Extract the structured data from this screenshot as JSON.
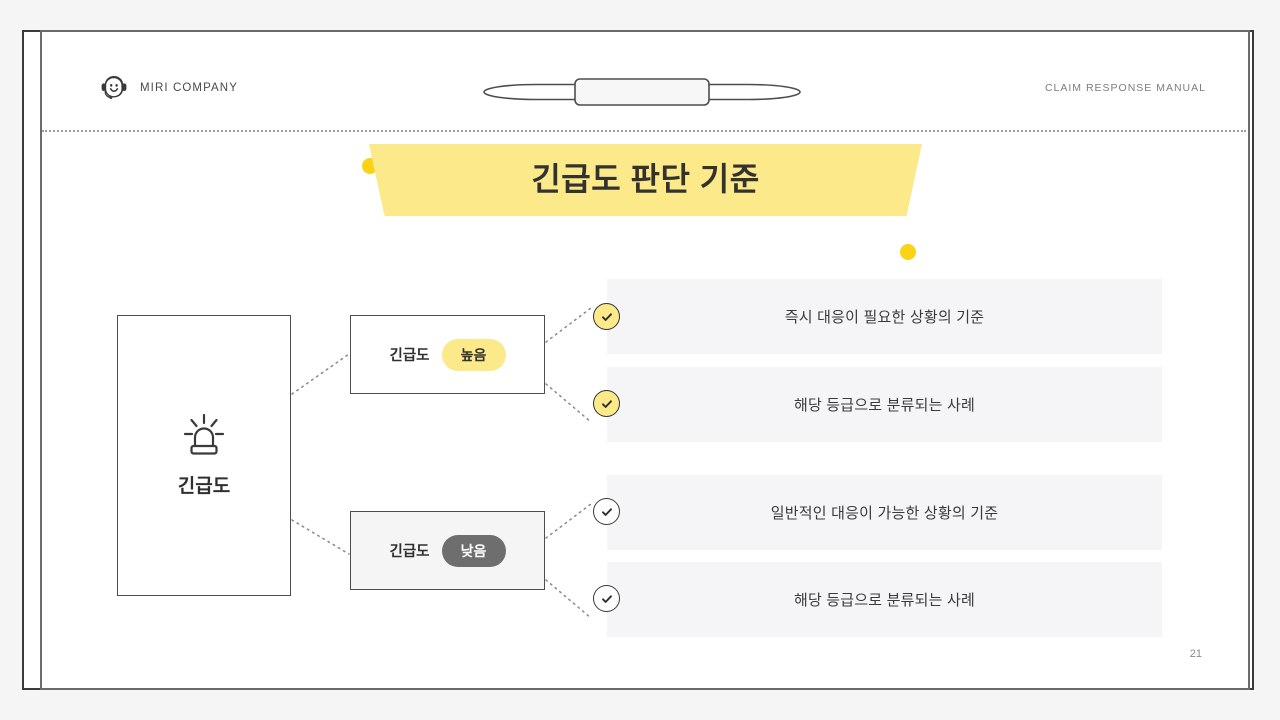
{
  "header": {
    "brand_name": "MIRI COMPANY",
    "brand_icon": "headset-agent-icon",
    "doc_label": "CLAIM RESPONSE MANUAL",
    "ribbon_icon": "ribbon-banner-ornament"
  },
  "title": {
    "text": "긴급도 판단 기준",
    "banner_color": "#fbe98a",
    "dot_color": "#fcd217"
  },
  "category": {
    "icon": "siren-light-icon",
    "label": "긴급도"
  },
  "levels": [
    {
      "name": "긴급도",
      "badge": "높음",
      "badge_style": "yellow",
      "badge_color": "#fbe98a",
      "box_fill": "#ffffff"
    },
    {
      "name": "긴급도",
      "badge": "낮음",
      "badge_style": "gray",
      "badge_color": "#6e6e6e",
      "box_fill": "#f5f5f6"
    }
  ],
  "details": [
    {
      "text": "즉시 대응이 필요한 상황의 기준",
      "check": "filled",
      "icon": "check-circle-icon"
    },
    {
      "text": "해당 등급으로 분류되는 사례",
      "check": "filled",
      "icon": "check-circle-icon"
    },
    {
      "text": "일반적인 대응이 가능한 상황의 기준",
      "check": "hollow",
      "icon": "check-circle-icon"
    },
    {
      "text": "해당 등급으로 분류되는 사례",
      "check": "hollow",
      "icon": "check-circle-icon"
    }
  ],
  "footer": {
    "page_number": "21"
  }
}
